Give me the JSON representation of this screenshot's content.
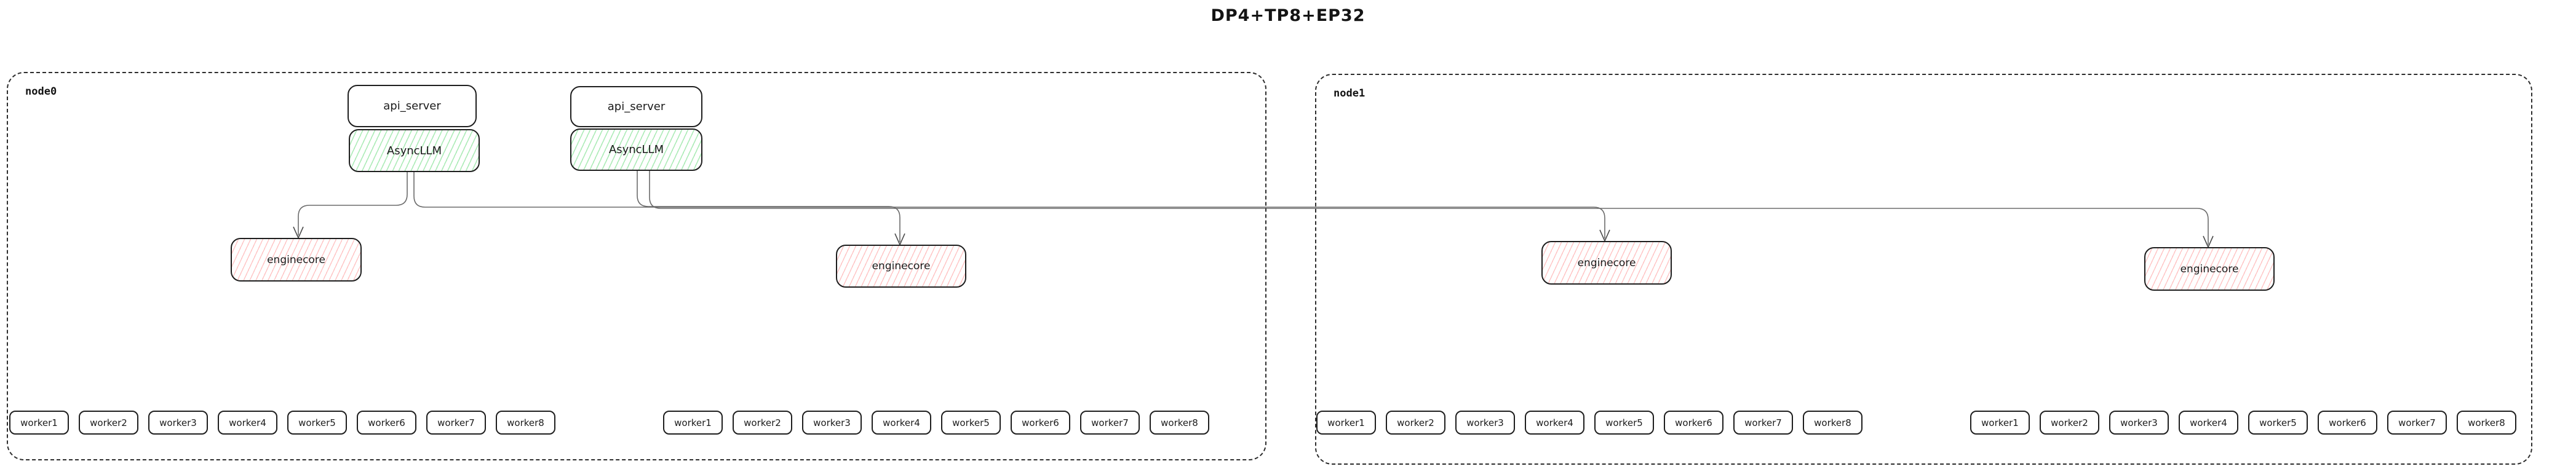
{
  "header": {
    "title": "DP4+TP8+EP32"
  },
  "nodes": [
    {
      "label": "node0"
    },
    {
      "label": "node1"
    }
  ],
  "stacks": [
    {
      "api_server": "api_server",
      "asyncllm": "AsyncLLM"
    },
    {
      "api_server": "api_server",
      "asyncllm": "AsyncLLM"
    }
  ],
  "enginecores": [
    "enginecore",
    "enginecore",
    "enginecore",
    "enginecore"
  ],
  "worker_groups": [
    [
      "worker1",
      "worker2",
      "worker3",
      "worker4",
      "worker5",
      "worker6",
      "worker7",
      "worker8"
    ],
    [
      "worker1",
      "worker2",
      "worker3",
      "worker4",
      "worker5",
      "worker6",
      "worker7",
      "worker8"
    ],
    [
      "worker1",
      "worker2",
      "worker3",
      "worker4",
      "worker5",
      "worker6",
      "worker7",
      "worker8"
    ],
    [
      "worker1",
      "worker2",
      "worker3",
      "worker4",
      "worker5",
      "worker6",
      "worker7",
      "worker8"
    ]
  ],
  "colors": {
    "asyncllm_hatch": "#69db7c",
    "enginecore_hatch": "#ff8787",
    "connector": "#6b6b6b",
    "box_border": "#1e1e1e",
    "node_border": "#2d2d2d"
  }
}
